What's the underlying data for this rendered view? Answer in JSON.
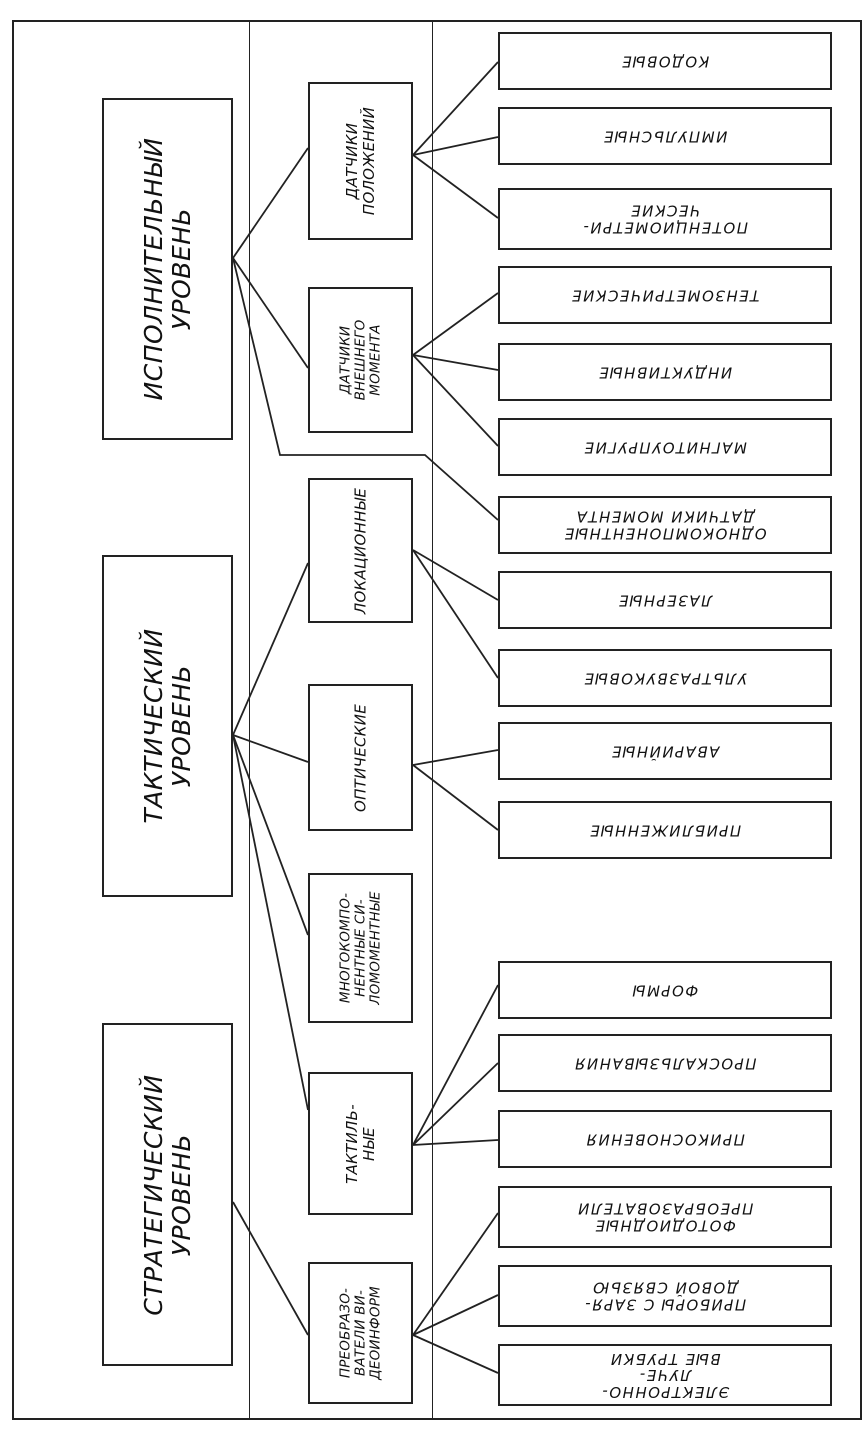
{
  "levels": [
    {
      "label": "ИСПОЛНИТЕЛЬНЫЙ\nУРОВЕНЬ"
    },
    {
      "label": "ТАКТИЧЕСКИЙ\nУРОВЕНЬ"
    },
    {
      "label": "СТРАТЕГИЧЕСКИЙ\nУРОВЕНЬ"
    }
  ],
  "categories": [
    {
      "label": "ДАТЧИКИ\nПОЛОЖЕНИЙ"
    },
    {
      "label": "ДАТЧИКИ\nВНЕШНЕГО\nМОМЕНТА"
    },
    {
      "label": "ЛОКАЦИОННЫЕ"
    },
    {
      "label": "ОПТИЧЕСКИЕ"
    },
    {
      "label": "МНОГОКОМПО-\nНЕНТНЫЕ СИ-\nЛОМОМЕНТНЫЕ"
    },
    {
      "label": "ТАКТИЛЬ-\nНЫЕ"
    },
    {
      "label": "ПРЕОБРАЗО-\nВАТЕЛИ ВИ-\nДЕОИНФОРМ"
    }
  ],
  "leaves": [
    {
      "label": "КОДОВЫЕ"
    },
    {
      "label": "ИМПУЛЬСНЫЕ"
    },
    {
      "label": "ПОТЕНЦИОМЕТРИ-\nЧЕСКИЕ"
    },
    {
      "label": "ТЕНЗОМЕТРИЧЕСКИЕ"
    },
    {
      "label": "ИНДУКТИВНЫЕ"
    },
    {
      "label": "МАГНИТОУПРУГИЕ"
    },
    {
      "label": "ОДНОКОМПОНЕНТНЫЕ\nДАТЧИКИ МОМЕНТА"
    },
    {
      "label": "ЛАЗЕРНЫЕ"
    },
    {
      "label": "УЛЬТРАЗВУКОВЫЕ"
    },
    {
      "label": "АВАРИЙНЫЕ"
    },
    {
      "label": "ПРИБЛИЖЕННЫЕ"
    },
    {
      "label": "ФОРМЫ"
    },
    {
      "label": "ПРОСКАЛЬЗЫВАНИЯ"
    },
    {
      "label": "ПРИКОСНОВЕНИЯ"
    },
    {
      "label": "ФОТОДИОДНЫЕ\nПРЕОБРАЗОВАТЕЛИ"
    },
    {
      "label": "ПРИБОРЫ С ЗАРЯ-\nДОВОЙ СВЯЗЬЮ"
    },
    {
      "label": "ЭЛЕКТРОННО-ЛУЧЕ-\nВЫЕ ТРУБКИ"
    }
  ]
}
